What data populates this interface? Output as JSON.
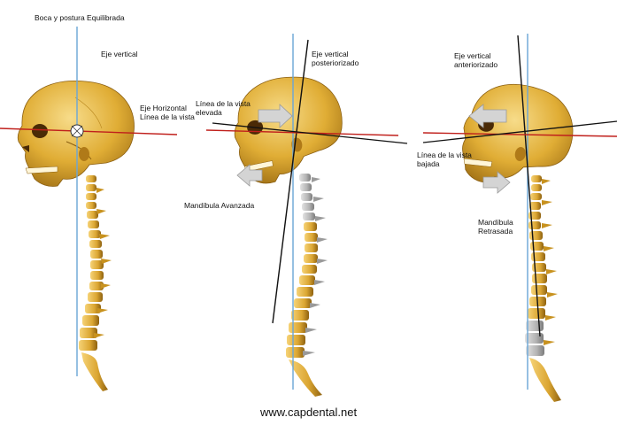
{
  "figures": [
    {
      "title": "Boca y postura  Equilibrada",
      "vertical_axis": "Eje vertical",
      "horizontal_axis_1": "Eje Horizontal",
      "horizontal_axis_2": "Línea de la vista"
    },
    {
      "gaze_1": "Línea de la vista",
      "gaze_2": "elevada",
      "vertical_axis_1": "Eje vertical",
      "vertical_axis_2": "posteriorizado",
      "jaw": "Mandíbula Avanzada"
    },
    {
      "vertical_axis_1": "Eje vertical",
      "vertical_axis_2": "anteriorizado",
      "gaze_1": "Línea de la vista",
      "gaze_2": "bajada",
      "jaw_1": "Mandíbula",
      "jaw_2": "Retrasada"
    }
  ],
  "footer": "www.capdental.net",
  "colors": {
    "bone": "#e2b43a",
    "bone_light": "#f2d27a",
    "bone_dark": "#9a6a12",
    "grey_vertebra": "#b8b8b8",
    "vertical_line": "#6aa5d6",
    "horizontal_line": "#c0201c",
    "black_line": "#111111",
    "arrow": "#d4d4d4"
  }
}
